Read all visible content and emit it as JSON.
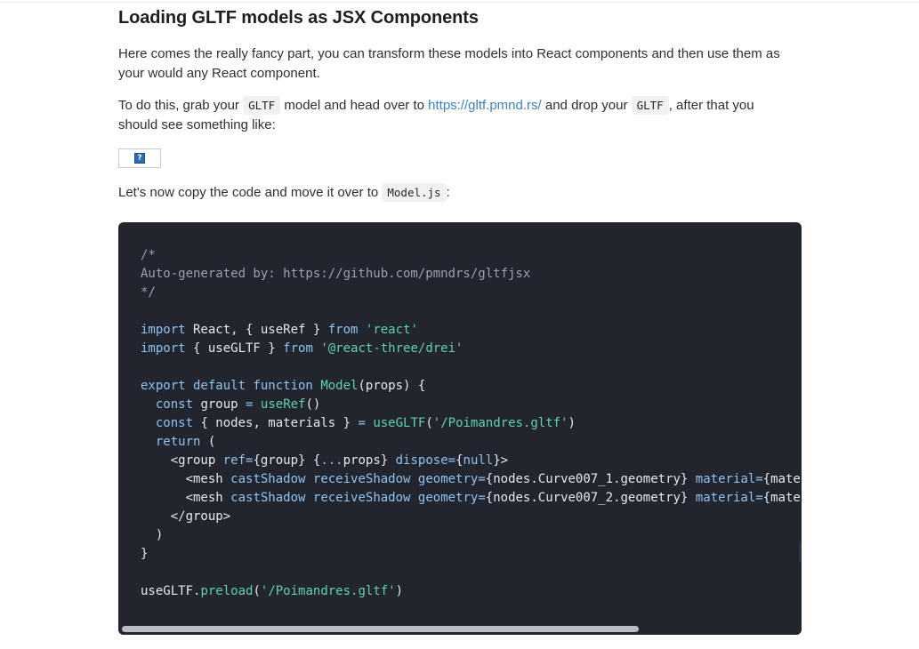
{
  "section": {
    "title": "Loading GLTF models as JSX Components"
  },
  "paragraphs": {
    "p1": "Here comes the really fancy part, you can transform these models into React components and then use them as your would any React component.",
    "p2_a": "To do this, grab your ",
    "p2_code1": "GLTF",
    "p2_b": " model and head over to ",
    "p2_link": "https://gltf.pmnd.rs/",
    "p2_c": " and drop your ",
    "p2_code2": "GLTF",
    "p2_d": ", after that you should see something like:",
    "p3_a": "Let's now copy the code and move it over to ",
    "p3_code": "Model.js",
    "p3_b": ":"
  },
  "image": {
    "broken_glyph": "?"
  },
  "code": {
    "lines": [
      [
        {
          "t": "c",
          "v": "/*"
        }
      ],
      [
        {
          "t": "c",
          "v": "Auto-generated by: https://github.com/pmndrs/gltfjsx"
        }
      ],
      [
        {
          "t": "c",
          "v": "*/"
        }
      ],
      [],
      [
        {
          "t": "k",
          "v": "import"
        },
        {
          "t": "p",
          "v": " React, { useRef } "
        },
        {
          "t": "k",
          "v": "from"
        },
        {
          "t": "p",
          "v": " "
        },
        {
          "t": "s",
          "v": "'react'"
        }
      ],
      [
        {
          "t": "k",
          "v": "import"
        },
        {
          "t": "p",
          "v": " { useGLTF } "
        },
        {
          "t": "k",
          "v": "from"
        },
        {
          "t": "p",
          "v": " "
        },
        {
          "t": "s",
          "v": "'@react-three/drei'"
        }
      ],
      [],
      [
        {
          "t": "k",
          "v": "export default function"
        },
        {
          "t": "p",
          "v": " "
        },
        {
          "t": "f",
          "v": "Model"
        },
        {
          "t": "p",
          "v": "(props) {"
        }
      ],
      [
        {
          "t": "p",
          "v": "  "
        },
        {
          "t": "k",
          "v": "const"
        },
        {
          "t": "p",
          "v": " group "
        },
        {
          "t": "k",
          "v": "="
        },
        {
          "t": "p",
          "v": " "
        },
        {
          "t": "f",
          "v": "useRef"
        },
        {
          "t": "p",
          "v": "()"
        }
      ],
      [
        {
          "t": "p",
          "v": "  "
        },
        {
          "t": "k",
          "v": "const"
        },
        {
          "t": "p",
          "v": " { nodes, materials } "
        },
        {
          "t": "k",
          "v": "="
        },
        {
          "t": "p",
          "v": " "
        },
        {
          "t": "f",
          "v": "useGLTF"
        },
        {
          "t": "p",
          "v": "("
        },
        {
          "t": "s",
          "v": "'/Poimandres.gltf'"
        },
        {
          "t": "p",
          "v": ")"
        }
      ],
      [
        {
          "t": "p",
          "v": "  "
        },
        {
          "t": "k",
          "v": "return"
        },
        {
          "t": "p",
          "v": " ("
        }
      ],
      [
        {
          "t": "p",
          "v": "    <group "
        },
        {
          "t": "a",
          "v": "ref"
        },
        {
          "t": "k",
          "v": "="
        },
        {
          "t": "p",
          "v": "{group} {"
        },
        {
          "t": "k",
          "v": "..."
        },
        {
          "t": "p",
          "v": "props} "
        },
        {
          "t": "a",
          "v": "dispose"
        },
        {
          "t": "k",
          "v": "="
        },
        {
          "t": "p",
          "v": "{"
        },
        {
          "t": "k",
          "v": "null"
        },
        {
          "t": "p",
          "v": "}>"
        }
      ],
      [
        {
          "t": "p",
          "v": "      <mesh "
        },
        {
          "t": "a",
          "v": "castShadow"
        },
        {
          "t": "p",
          "v": " "
        },
        {
          "t": "a",
          "v": "receiveShadow"
        },
        {
          "t": "p",
          "v": " "
        },
        {
          "t": "a",
          "v": "geometry"
        },
        {
          "t": "k",
          "v": "="
        },
        {
          "t": "p",
          "v": "{nodes.Curve007_1.geometry} "
        },
        {
          "t": "a",
          "v": "material"
        },
        {
          "t": "k",
          "v": "="
        },
        {
          "t": "p",
          "v": "{mate"
        }
      ],
      [
        {
          "t": "p",
          "v": "      <mesh "
        },
        {
          "t": "a",
          "v": "castShadow"
        },
        {
          "t": "p",
          "v": " "
        },
        {
          "t": "a",
          "v": "receiveShadow"
        },
        {
          "t": "p",
          "v": " "
        },
        {
          "t": "a",
          "v": "geometry"
        },
        {
          "t": "k",
          "v": "="
        },
        {
          "t": "p",
          "v": "{nodes.Curve007_2.geometry} "
        },
        {
          "t": "a",
          "v": "material"
        },
        {
          "t": "k",
          "v": "="
        },
        {
          "t": "p",
          "v": "{mate"
        }
      ],
      [
        {
          "t": "p",
          "v": "    </group>"
        }
      ],
      [
        {
          "t": "p",
          "v": "  )"
        }
      ],
      [
        {
          "t": "p",
          "v": "}"
        }
      ],
      [],
      [
        {
          "t": "p",
          "v": "useGLTF."
        },
        {
          "t": "f",
          "v": "preload"
        },
        {
          "t": "p",
          "v": "("
        },
        {
          "t": "s",
          "v": "'/Poimandres.gltf'"
        },
        {
          "t": "p",
          "v": ")"
        }
      ]
    ]
  },
  "colors": {
    "code_background": "#22252e",
    "link": "#3b82c4",
    "token_keyword": "#8fc2f0",
    "token_string": "#5fd1b4",
    "token_comment": "#9aa2b1"
  }
}
